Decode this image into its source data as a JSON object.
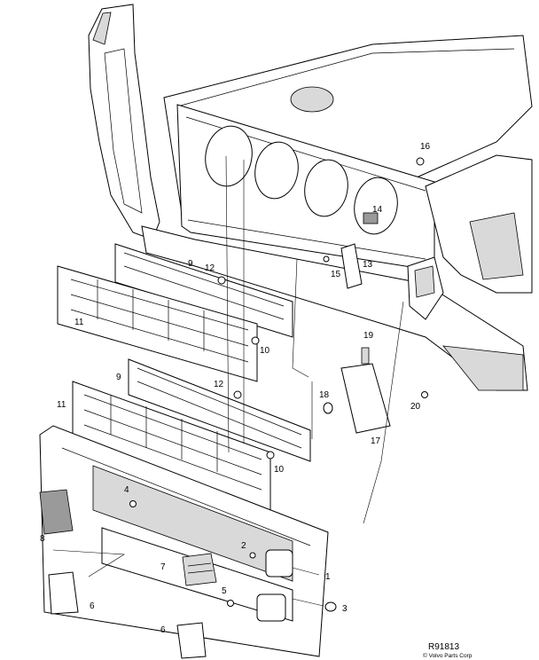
{
  "callouts": [
    "1",
    "2",
    "3",
    "4",
    "5",
    "6",
    "6",
    "7",
    "8",
    "9",
    "9",
    "10",
    "10",
    "11",
    "11",
    "12",
    "12",
    "13",
    "14",
    "15",
    "16",
    "17",
    "18",
    "19",
    "20"
  ],
  "reference": "R91813",
  "copyright": "© Volvo Parts Corp"
}
